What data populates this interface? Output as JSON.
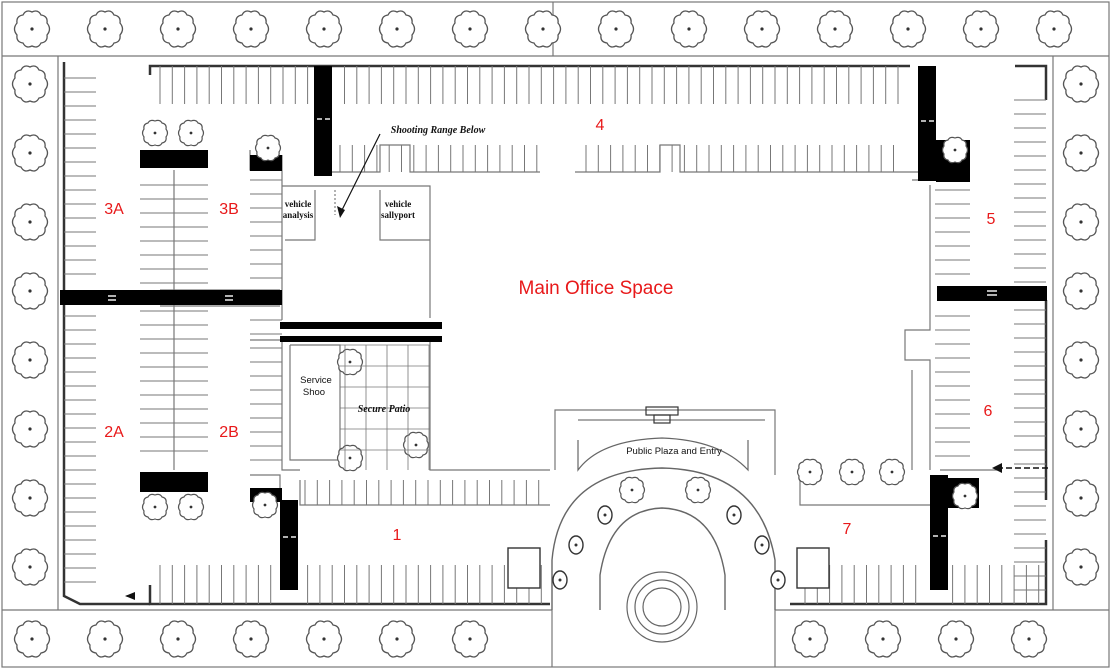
{
  "labels": {
    "lot_1": "1",
    "lot_2a": "2A",
    "lot_2b": "2B",
    "lot_3a": "3A",
    "lot_3b": "3B",
    "lot_4": "4",
    "lot_5": "5",
    "lot_6": "6",
    "lot_7": "7",
    "main_office": "Main Office Space",
    "public_plaza": "Public Plaza and Entry",
    "service_shop_1": "Service",
    "service_shop_2": "Shoo",
    "secure_patio": "Secure Patio",
    "shooting_range": "Shooting Range Below",
    "vehicle_analysis_1": "vehicle",
    "vehicle_analysis_2": "analysis",
    "vehicle_sallyport_1": "vehicle",
    "vehicle_sallyport_2": "sallyport"
  },
  "colors": {
    "label_red": "#e8191a",
    "gate_black": "#000000",
    "line_gray": "#777777"
  },
  "icons": {
    "tree": "tree-icon",
    "gate": "gate-icon",
    "arrow": "arrow-icon",
    "fountain": "fountain-icon"
  }
}
